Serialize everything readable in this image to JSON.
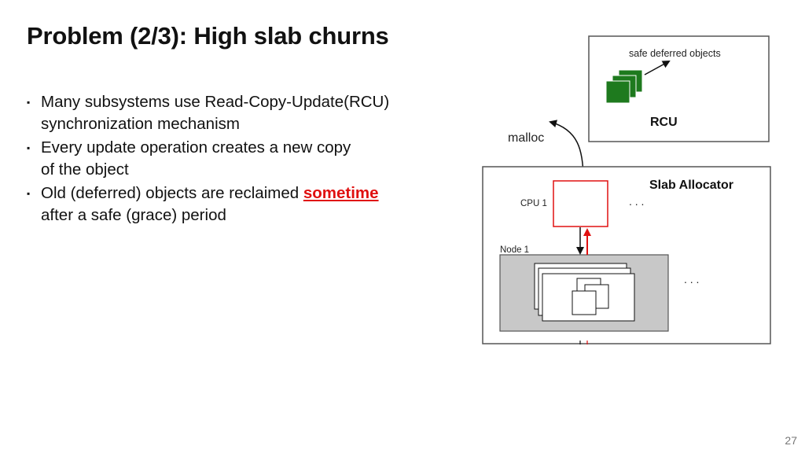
{
  "slide": {
    "title": "Problem (2/3): High slab churns",
    "bullets": [
      {
        "marker": "▪",
        "line1": "Many subsystems use Read-Copy-Update(RCU)",
        "line2": "synchronization mechanism"
      },
      {
        "marker": "▪",
        "line1": "Every update operation creates a new copy",
        "line2": "of the object"
      },
      {
        "marker": "▪",
        "line1_pre": "Old (deferred) objects are reclaimed ",
        "line1_emph": "sometime",
        "line2": "after a safe (grace) period"
      }
    ],
    "page_number": "27"
  },
  "diagram": {
    "rcu_box": {
      "label": "RCU",
      "caption": "safe deferred objects"
    },
    "malloc_label": "malloc",
    "slab_box": {
      "label": "Slab Allocator",
      "cpu_label": "CPU 1",
      "node_label": "Node 1",
      "ellipsis_top": ". . .",
      "ellipsis_node": ". . ."
    },
    "colors": {
      "object_green": "#1e7a1e",
      "cpu_red": "#e01010",
      "node_gray": "#c8c8c8"
    }
  }
}
